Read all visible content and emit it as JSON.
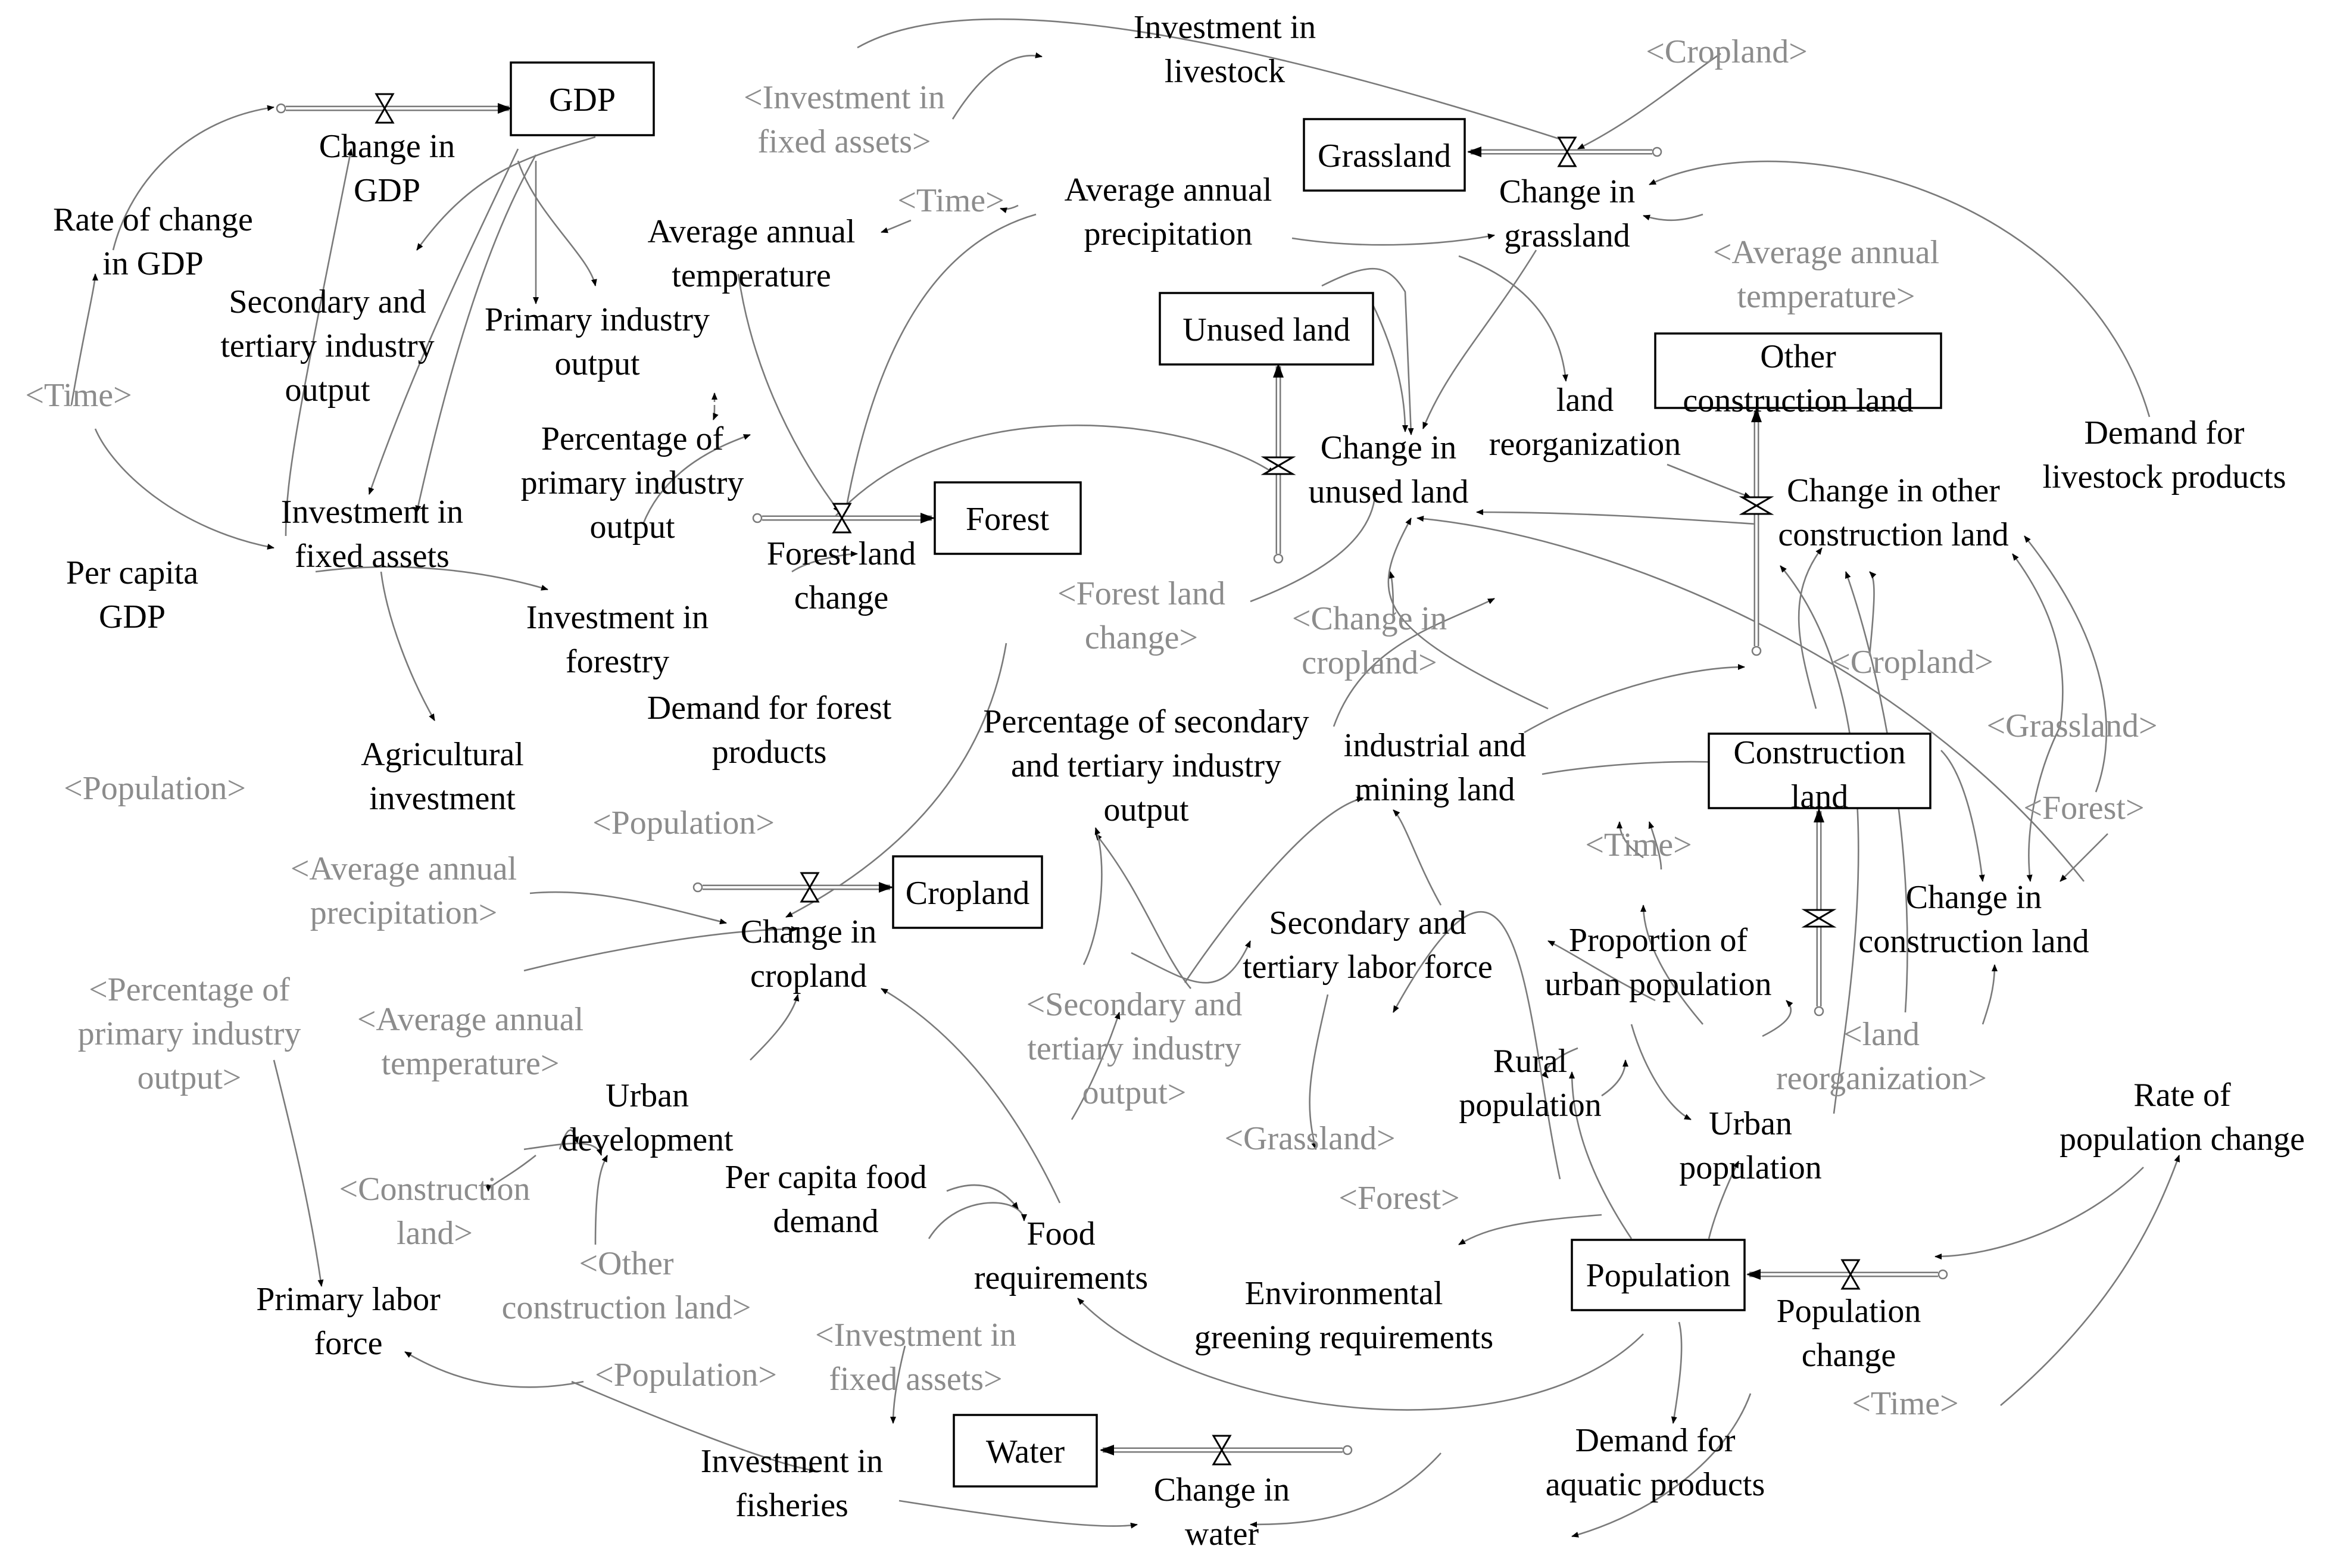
{
  "stocks": {
    "gdp": "GDP",
    "grassland": "Grassland",
    "unused_land": "Unused land",
    "other_construction_land": [
      "Other",
      "construction land"
    ],
    "forest": "Forest",
    "cropland": "Cropland",
    "construction_land": [
      "Construction",
      "land"
    ],
    "population": "Population",
    "water": "Water"
  },
  "flows": {
    "change_in_gdp": [
      "Change in",
      "GDP"
    ],
    "change_in_grassland": [
      "Change in",
      "grassland"
    ],
    "change_in_unused_land": [
      "Change in",
      "unused land"
    ],
    "change_in_other_construction_land": [
      "Change in other",
      "construction land"
    ],
    "forest_land_change": [
      "Forest land",
      "change"
    ],
    "change_in_cropland": [
      "Change in",
      "cropland"
    ],
    "change_in_construction_land": [
      "Change in",
      "construction land"
    ],
    "population_change": [
      "Population",
      "change"
    ],
    "change_in_water": [
      "Change in",
      "water"
    ]
  },
  "variables": {
    "investment_in_livestock": [
      "Investment in",
      "livestock"
    ],
    "rate_of_change_in_gdp": [
      "Rate of change",
      "in GDP"
    ],
    "secondary_tertiary_output": [
      "Secondary and",
      "tertiary industry",
      "output"
    ],
    "primary_industry_output": [
      "Primary industry",
      "output"
    ],
    "average_annual_temperature": [
      "Average annual",
      "temperature"
    ],
    "average_annual_precipitation": [
      "Average annual",
      "precipitation"
    ],
    "land_reorganization": [
      "land",
      "reorganization"
    ],
    "demand_for_livestock_products": [
      "Demand for",
      "livestock products"
    ],
    "percentage_primary_output": [
      "Percentage of",
      "primary industry",
      "output"
    ],
    "investment_in_fixed_assets": [
      "Investment in",
      "fixed assets"
    ],
    "per_capita_gdp": [
      "Per capita",
      "GDP"
    ],
    "investment_in_forestry": [
      "Investment in",
      "forestry"
    ],
    "demand_for_forest_products": [
      "Demand for forest",
      "products"
    ],
    "percentage_secondary_tertiary_output": [
      "Percentage of secondary",
      "and tertiary industry",
      "output"
    ],
    "industrial_mining_land": [
      "industrial and",
      "mining land"
    ],
    "agricultural_investment": [
      "Agricultural",
      "investment"
    ],
    "secondary_tertiary_labor_force": [
      "Secondary and",
      "tertiary labor force"
    ],
    "proportion_urban_population": [
      "Proportion of",
      "urban population"
    ],
    "urban_development": [
      "Urban",
      "development"
    ],
    "rural_population": [
      "Rural",
      "population"
    ],
    "urban_population": [
      "Urban",
      "population"
    ],
    "rate_of_population_change": [
      "Rate of",
      "population change"
    ],
    "per_capita_food_demand": [
      "Per capita food",
      "demand"
    ],
    "food_requirements": [
      "Food",
      "requirements"
    ],
    "primary_labor_force": [
      "Primary labor",
      "force"
    ],
    "environmental_greening_requirements": [
      "Environmental",
      "greening requirements"
    ],
    "investment_in_fisheries": [
      "Investment in",
      "fisheries"
    ],
    "demand_for_aquatic_products": [
      "Demand for",
      "aquatic products"
    ]
  },
  "shadow_variables": {
    "investment_fixed_assets_top": [
      "<Investment in",
      "fixed assets>"
    ],
    "cropland_top": [
      "<Cropland>"
    ],
    "time_top": [
      "<Time>"
    ],
    "avg_temperature_right": [
      "<Average annual",
      "temperature>"
    ],
    "time_left": [
      "<Time>"
    ],
    "forest_land_change": [
      "<Forest land",
      "change>"
    ],
    "change_in_cropland": [
      "<Change in",
      "cropland>"
    ],
    "cropland_right": [
      "<Cropland>"
    ],
    "grassland_right": [
      "<Grassland>"
    ],
    "population_left": [
      "<Population>"
    ],
    "population_mid": [
      "<Population>"
    ],
    "forest_right": [
      "<Forest>"
    ],
    "avg_precipitation_left": [
      "<Average annual",
      "precipitation>"
    ],
    "time_mid": [
      "<Time>"
    ],
    "percentage_primary_left": [
      "<Percentage of",
      "primary industry",
      "output>"
    ],
    "avg_temperature_mid": [
      "<Average annual",
      "temperature>"
    ],
    "secondary_tertiary_output": [
      "<Secondary and",
      "tertiary industry",
      "output>"
    ],
    "land_reorganization": [
      "<land",
      "reorganization>"
    ],
    "construction_land": [
      "<Construction",
      "land>"
    ],
    "grassland_bottom": [
      "<Grassland>"
    ],
    "forest_bottom": [
      "<Forest>"
    ],
    "other_construction_land": [
      "<Other",
      "construction land>"
    ],
    "investment_fixed_assets_bottom": [
      "<Investment in",
      "fixed assets>"
    ],
    "population_bottom": [
      "<Population>"
    ],
    "time_bottom": [
      "<Time>"
    ]
  }
}
